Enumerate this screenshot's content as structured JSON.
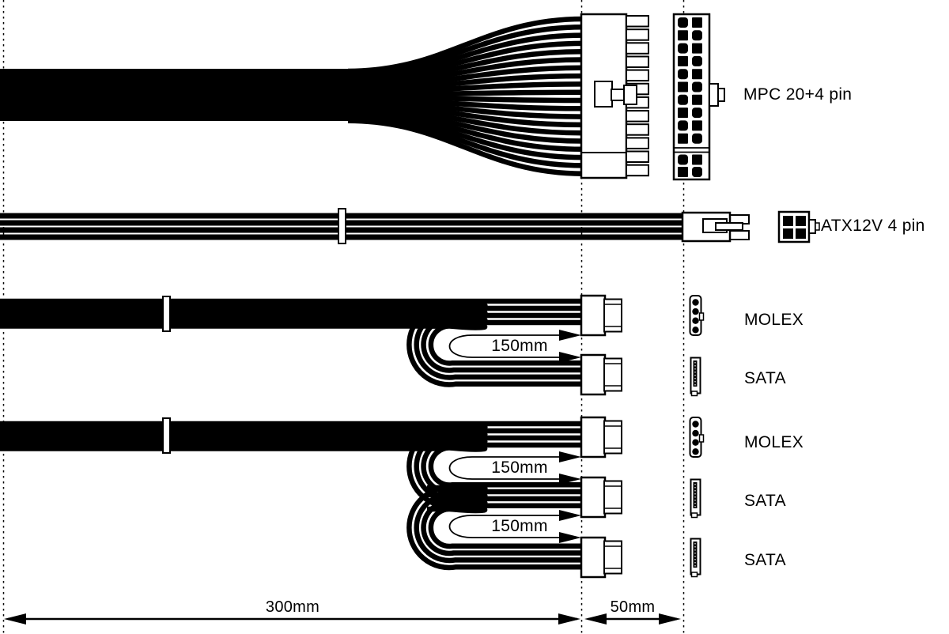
{
  "page": {
    "background": "#ffffff",
    "ink": "#000000"
  },
  "labels": {
    "mpc": "MPC 20+4 pin",
    "atx": "ATX12V 4 pin",
    "molex1": "MOLEX",
    "sata1": "SATA",
    "molex2": "MOLEX",
    "sata2": "SATA",
    "sata3": "SATA",
    "len1": "150mm",
    "len2": "150mm",
    "len3": "150mm",
    "total": "300mm",
    "ext": "50mm"
  },
  "cables": [
    {
      "connectors": [
        "MPC 20+4 pin"
      ]
    },
    {
      "connectors": [
        "ATX12V 4 pin"
      ]
    },
    {
      "connectors": [
        "MOLEX",
        "SATA"
      ],
      "connector_spacing": "150mm"
    },
    {
      "connectors": [
        "MOLEX",
        "SATA",
        "SATA"
      ],
      "connector_spacing": "150mm"
    }
  ],
  "dimensions": {
    "trunk_length": "300mm",
    "connector_section_length": "50mm",
    "drop_spacing": "150mm"
  }
}
